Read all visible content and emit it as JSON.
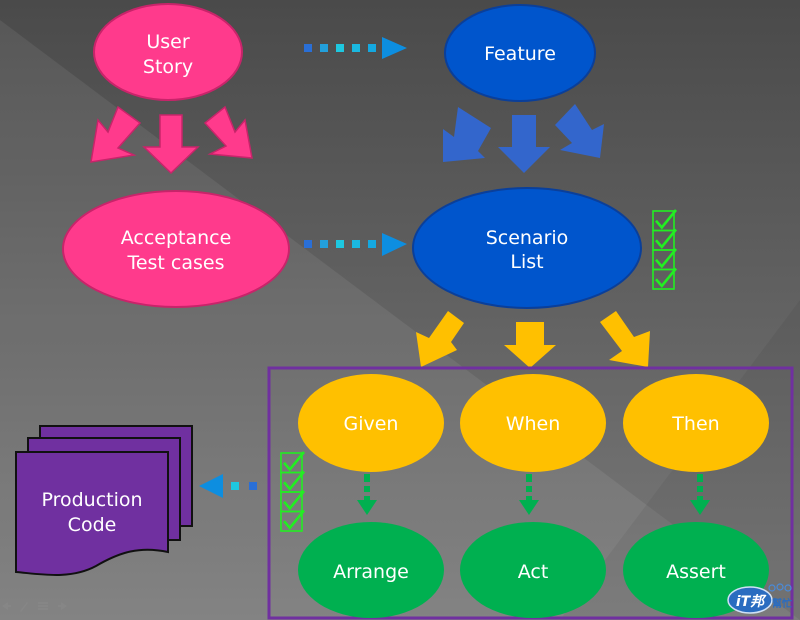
{
  "colors": {
    "bg_dark": "#4a4a4a",
    "bg_light": "#6e6e6e",
    "pink": "#ff3a8c",
    "pink_stroke": "#c8246a",
    "blue": "#0055cc",
    "blue_stroke": "#0a3f9a",
    "blue_arrow": "#3366cc",
    "yellow": "#ffc000",
    "green": "#00b050",
    "purple": "#7030a0",
    "check_green": "#22ee22",
    "dotted_start": "#2a6fd6",
    "dotted_end": "#1ec8e0"
  },
  "nodes": {
    "user_story": [
      "User",
      "Story"
    ],
    "feature": [
      "Feature"
    ],
    "acceptance": [
      "Acceptance",
      "Test cases"
    ],
    "scenario": [
      "Scenario",
      "List"
    ],
    "given": "Given",
    "when": "When",
    "then": "Then",
    "arrange": "Arrange",
    "act": "Act",
    "assert": "Assert",
    "production_code": [
      "Production",
      "Code"
    ]
  },
  "checklists": {
    "scenario_checks": 4,
    "gwt_checks": 4
  },
  "watermark": {
    "brand": "iT邦",
    "sub": "幫忙"
  },
  "toolbar_icons": [
    "back-icon",
    "pen-icon",
    "menu-icon",
    "forward-icon"
  ]
}
